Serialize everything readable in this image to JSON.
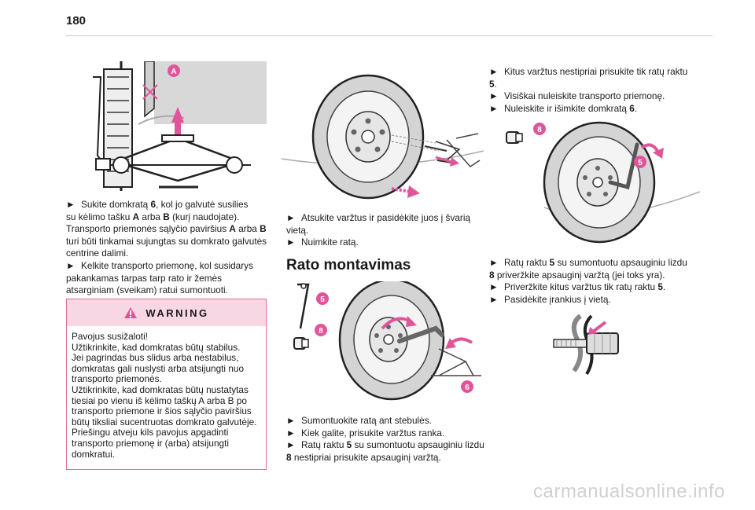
{
  "page": {
    "number": "180"
  },
  "col1": {
    "lines": [
      {
        "parts": [
          "► ",
          "Sukite domkratą ",
          "6",
          ", kol jo galvutė susilies"
        ]
      },
      {
        "parts": [
          "su kėlimo tašku ",
          "A",
          " arba ",
          "B",
          " (kurį naudojate)."
        ]
      },
      {
        "parts": [
          "Transporto priemonės sąlyčio paviršius ",
          "A",
          " arba ",
          "B"
        ]
      },
      {
        "parts": [
          "turi būti tinkamai sujungtas su domkrato galvutės"
        ]
      },
      {
        "parts": [
          "centrine dalimi."
        ]
      },
      {
        "parts": [
          "► ",
          "Kelkite transporto priemonę, kol susidarys"
        ]
      },
      {
        "parts": [
          "pakankamas tarpas tarp rato ir žemės"
        ]
      },
      {
        "parts": [
          "atsarginiam (sveikam) ratui sumontuoti."
        ]
      }
    ]
  },
  "warning": {
    "title": "WARNING",
    "lines": [
      "Pavojus susižaloti!",
      "Užtikrinkite, kad domkratas būtų stabilus.",
      "Jei pagrindas bus slidus arba nestabilus,",
      "domkratas gali nuslysti arba atsijungti nuo",
      "transporto priemonės.",
      "Užtikrinkite, kad domkratas būtų nustatytas",
      "tiesiai po vienu iš kėlimo taškų A arba B po",
      "transporto priemone ir šios sąlyčio paviršius",
      "būtų tiksliai sucentruotas domkrato galvutėje.",
      "Priešingu atveju kils pavojus apgadinti",
      "transporto priemonę ir (arba) atsijungti",
      "domkratui."
    ]
  },
  "col2": {
    "lines_a": [
      {
        "parts": [
          "► ",
          "Atsukite varžtus ir pasidėkite juos į švarią"
        ]
      },
      {
        "parts": [
          "vietą."
        ]
      },
      {
        "parts": [
          "► ",
          "Nuimkite ratą."
        ]
      }
    ],
    "section_title": "Rato montavimas",
    "lines_b": [
      {
        "parts": [
          "► ",
          "Sumontuokite ratą ant stebulės."
        ]
      },
      {
        "parts": [
          "► ",
          "Kiek galite, prisukite varžtus ranka."
        ]
      },
      {
        "parts": [
          "► ",
          "Ratų raktu ",
          "5",
          " su sumontuotu apsauginiu lizdu"
        ]
      },
      {
        "parts": [
          "8",
          " nestipriai prisukite apsauginį varžtą."
        ]
      }
    ]
  },
  "col3": {
    "lines_a": [
      {
        "parts": [
          "► ",
          "Kitus varžtus nestipriai prisukite tik ratų raktu"
        ]
      },
      {
        "parts": [
          "5",
          "."
        ]
      },
      {
        "parts": [
          "► ",
          "Visiškai nuleiskite transporto priemonę."
        ]
      },
      {
        "parts": [
          "► ",
          "Nuleiskite ir išimkite domkratą ",
          "6",
          "."
        ]
      }
    ],
    "lines_b": [
      {
        "parts": [
          "► ",
          "Ratų raktu ",
          "5",
          " su sumontuotu apsauginiu lizdu"
        ]
      },
      {
        "parts": [
          "8",
          " priveržkite apsauginį varžtą (jei toks yra)."
        ]
      },
      {
        "parts": [
          "► ",
          "Priveržkite kitus varžtus tik ratų raktu ",
          "5",
          "."
        ]
      },
      {
        "parts": [
          "► ",
          "Pasidėkite įrankius į vietą."
        ]
      }
    ]
  },
  "callouts": {
    "fig1": [
      "A"
    ],
    "fig3": [
      "5",
      "8",
      "6"
    ],
    "fig4": [
      "8",
      "5"
    ]
  },
  "watermark": "carmanualsonline.info",
  "colors": {
    "callout": "#e0559a",
    "arrow": "#e0559a",
    "warning_border": "#e06a98",
    "warning_bg": "#f7d7e4"
  }
}
